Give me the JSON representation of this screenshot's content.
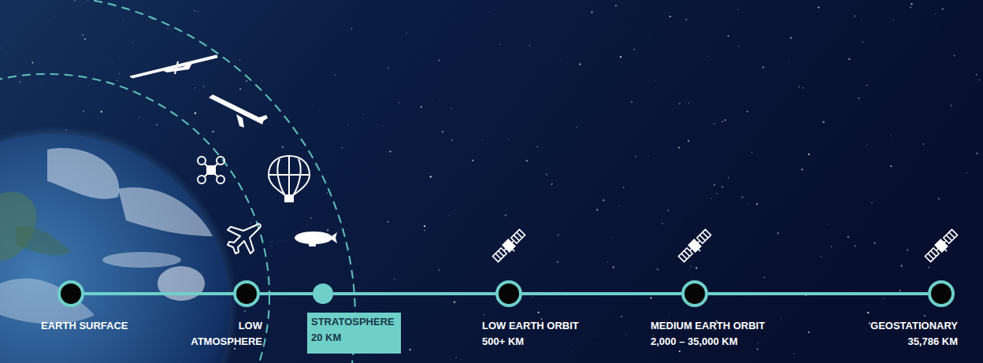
{
  "diagram": {
    "nodes": [
      {
        "text": [
          "EARTH SURFACE"
        ]
      },
      {
        "text": [
          "LOW ATMOSPHERE"
        ]
      },
      {
        "text": [
          "STRATOSPHERE",
          "20 KM"
        ]
      },
      {
        "text": [
          "LOW EARTH ORBIT",
          "500+ KM"
        ]
      },
      {
        "text": [
          "MEDIUM EARTH ORBIT",
          "2,000 – 35,000 KM"
        ]
      },
      {
        "text": [
          "GEOSTATIONARY",
          "35,786 KM"
        ]
      }
    ],
    "edges": [
      {
        "from": 0,
        "to": 1,
        "arrow": "none"
      },
      {
        "from": 1,
        "to": 2,
        "arrow": "none"
      },
      {
        "from": 2,
        "to": 3,
        "arrow": "none"
      },
      {
        "from": 3,
        "to": 4,
        "arrow": "none"
      },
      {
        "from": 4,
        "to": 5,
        "arrow": "none"
      }
    ]
  }
}
